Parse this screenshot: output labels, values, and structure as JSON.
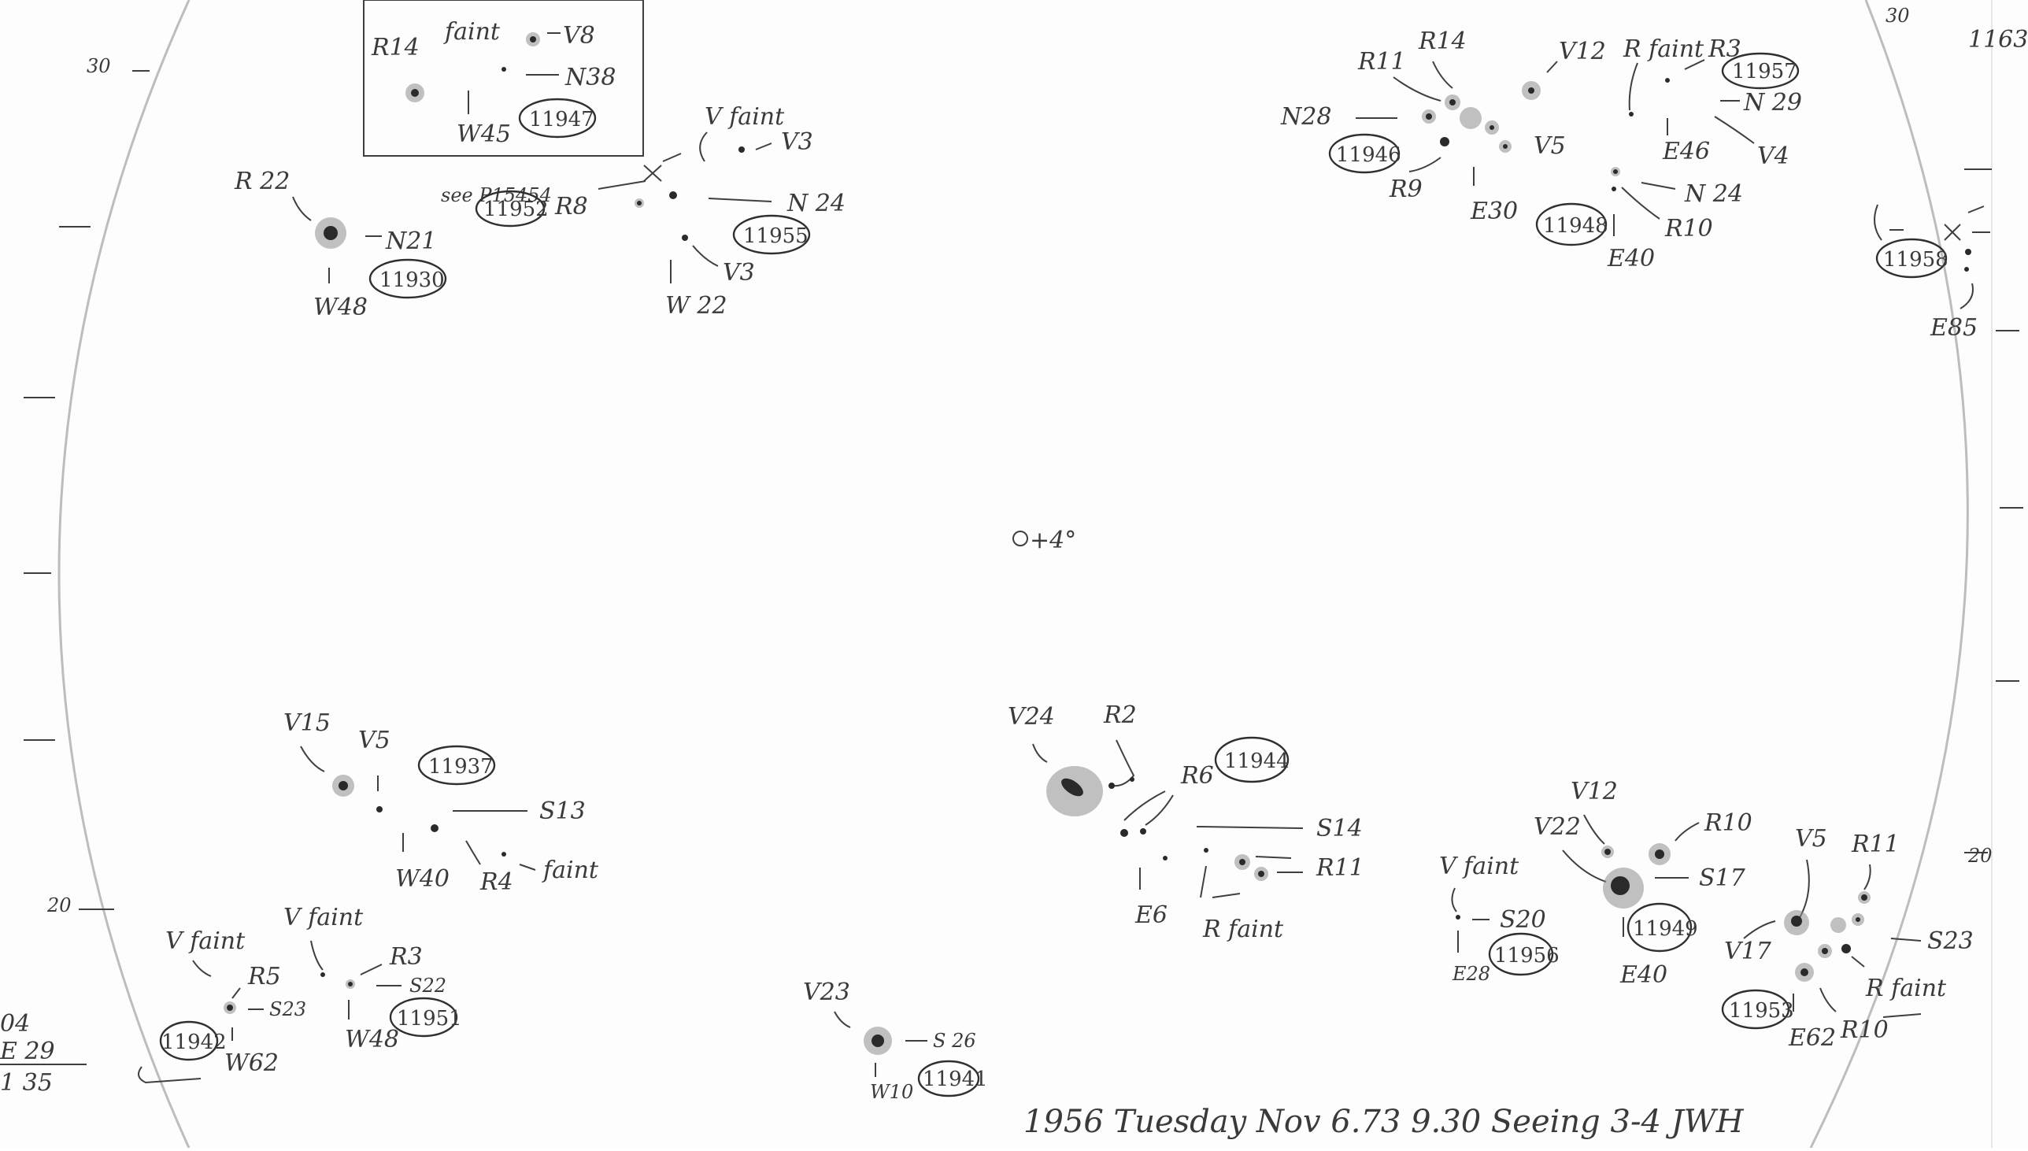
{
  "title": "1956 Tuesday Nov 6.73 9.30 Seeing 3-4 JWH",
  "center_label": "+4°",
  "edge_labels": {
    "top_left_30": "30",
    "top_right_30": "30",
    "right_20": "20",
    "left_20": "20",
    "top_right_number": "1163"
  },
  "corner_notes": [
    "04",
    "E 29",
    "1 35"
  ],
  "groups": [
    {
      "id": "11947",
      "labels": [
        "R14",
        "faint",
        "V8",
        "N38",
        "W45"
      ]
    },
    {
      "id": "11930",
      "labels": [
        "R 22",
        "N21",
        "W48"
      ]
    },
    {
      "id": "11952",
      "labels": [
        "see P15454",
        "R8"
      ]
    },
    {
      "id": "11955",
      "labels": [
        "V faint",
        "V3",
        "N 24",
        "V3",
        "W 22"
      ]
    },
    {
      "id": "11946",
      "labels": [
        "R11",
        "R14",
        "V12",
        "N28",
        "V5",
        "R9",
        "E30"
      ]
    },
    {
      "id": "11957",
      "labels": [
        "R faint",
        "R3",
        "N 29",
        "V4",
        "E46"
      ]
    },
    {
      "id": "11948",
      "labels": [
        "N 24",
        "R10",
        "E40"
      ]
    },
    {
      "id": "11958",
      "labels": [
        "E85"
      ]
    },
    {
      "id": "11937",
      "labels": [
        "V15",
        "V5",
        "S13",
        "W40",
        "R4",
        "faint"
      ]
    },
    {
      "id": "11942",
      "labels": [
        "V faint",
        "R5",
        "S23",
        "W62"
      ]
    },
    {
      "id": "11951",
      "labels": [
        "V faint",
        "R3",
        "S22",
        "W48"
      ]
    },
    {
      "id": "11941",
      "labels": [
        "V23",
        "S 26",
        "W10"
      ]
    },
    {
      "id": "11944",
      "labels": [
        "V24",
        "R2",
        "R6",
        "S14",
        "R11",
        "E6",
        "R faint"
      ]
    },
    {
      "id": "11956",
      "labels": [
        "V faint",
        "S20",
        "E28"
      ]
    },
    {
      "id": "11949",
      "labels": [
        "V12",
        "V22",
        "R10",
        "S17",
        "E40"
      ]
    },
    {
      "id": "11953",
      "labels": [
        "V5",
        "R11",
        "V17",
        "S23",
        "R faint",
        "R10",
        "E62"
      ]
    }
  ]
}
